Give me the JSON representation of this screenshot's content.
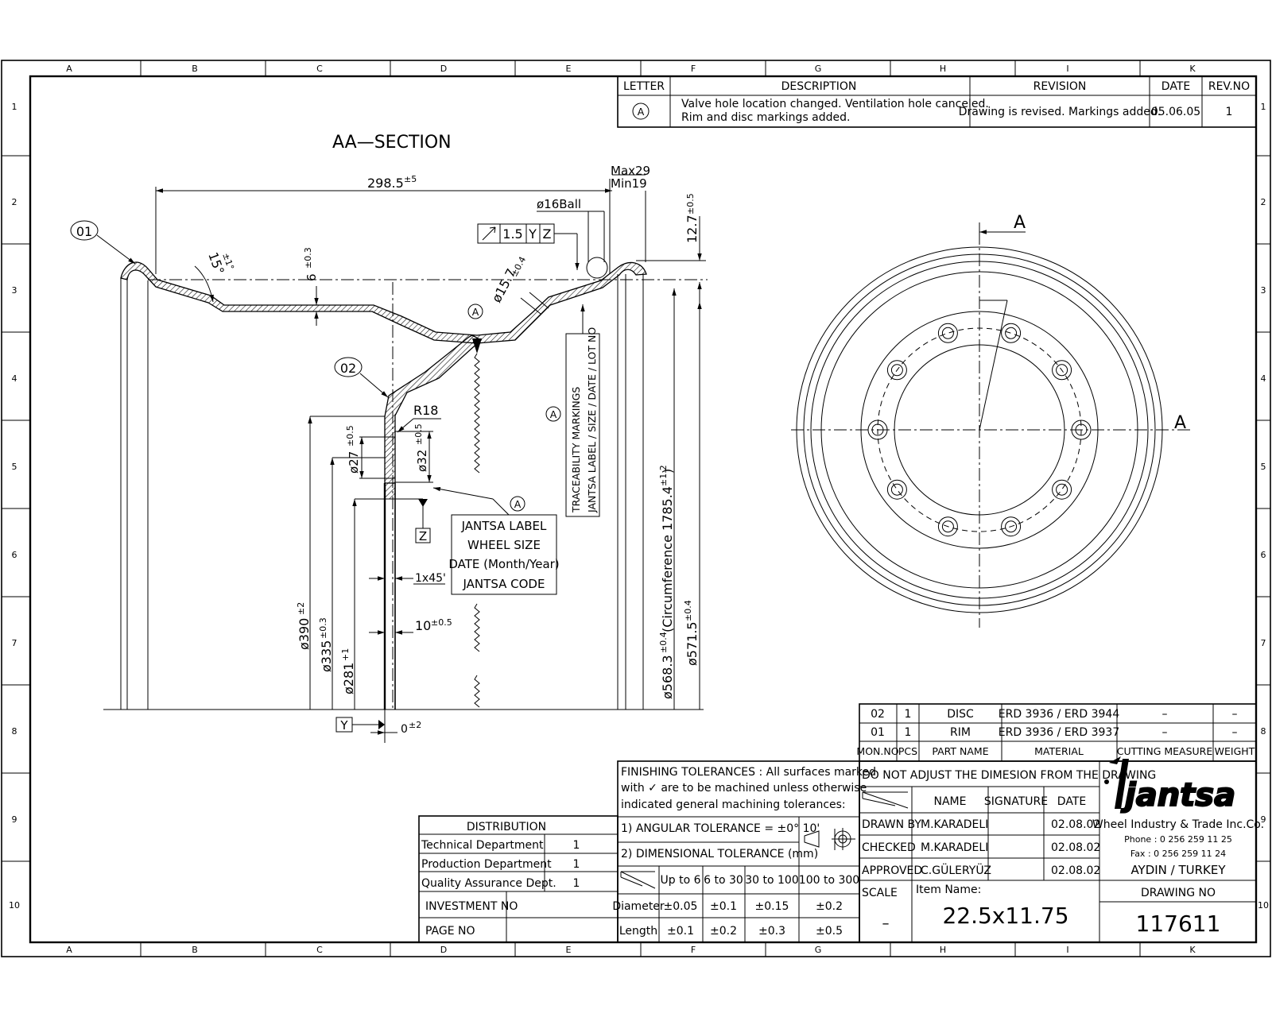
{
  "border": {
    "columns": [
      "A",
      "B",
      "C",
      "D",
      "E",
      "F",
      "G",
      "H",
      "I",
      "K"
    ],
    "rows": [
      "1",
      "2",
      "3",
      "4",
      "5",
      "6",
      "7",
      "8",
      "9",
      "10"
    ]
  },
  "revision_block": {
    "headers": {
      "letter": "LETTER",
      "description": "DESCRIPTION",
      "revision": "REVISION",
      "date": "DATE",
      "rev_no": "REV.NO"
    },
    "row": {
      "letter": "A",
      "description_line1": "Valve hole location changed. Ventilation hole canceled.",
      "description_line2": "Rim and disc markings added.",
      "revision": "Drawing is revised. Markings added.",
      "date": "05.06.05",
      "rev_no": "1"
    }
  },
  "section": {
    "title": "AA—SECTION",
    "balloon_01": "01",
    "balloon_02": "02",
    "markA": "A",
    "dims": {
      "width": "298.5",
      "width_tol": "±5",
      "max29": "Max29",
      "min19": "Min19",
      "ball": "ø16Ball",
      "flange_h": "12.7",
      "flange_h_tol": "±0.5",
      "angle15": "15°",
      "angle15_tol": "±1°",
      "six": "6",
      "six_tol": "±0.3",
      "d15": "ø15.7",
      "d15_tol": "±0.4",
      "r18": "R18",
      "d27": "ø27",
      "d27_tol": "±0.5",
      "d32": "ø32",
      "d32_tol": "±0.5",
      "chamfer": "1x45'",
      "ten": "10",
      "ten_tol": "±0.5",
      "d390": "ø390",
      "d390_tol": "±2",
      "d335": "ø335",
      "d335_tol": "±0.3",
      "d281": "ø281",
      "d281_tol": "+1",
      "circumference": "ø568.3",
      "circumference_tol": "±0.4",
      "circ_text": "(Circumference 1785.4",
      "circ_tol": "±1.2",
      "circ_close": ")",
      "d571": "ø571.5",
      "d571_tol": "±0.4",
      "zero": "0",
      "zero_tol": "±2"
    },
    "gdt": {
      "value": "1.5",
      "datum1": "Y",
      "datum2": "Z"
    },
    "datum_y": "Y",
    "datum_z": "Z",
    "trace_line1": "TRACEABILITY MARKINGS",
    "trace_line2": "JANTSA LABEL / SIZE / DATE / LOT NO",
    "label_box": [
      "JANTSA LABEL",
      "WHEEL SIZE",
      "DATE (Month/Year)",
      "JANTSA CODE"
    ]
  },
  "front_view": {
    "section_mark": "A",
    "bolt_holes": 10
  },
  "parts_list": {
    "rows": [
      {
        "mon": "02",
        "pcs": "1",
        "name": "DISC",
        "material": "ERD 3936 / ERD 3944",
        "cutting": "–",
        "weight": "–"
      },
      {
        "mon": "01",
        "pcs": "1",
        "name": "RIM",
        "material": "ERD 3936 / ERD 3937",
        "cutting": "–",
        "weight": "–"
      }
    ],
    "headers": {
      "mon": "MON.NO",
      "pcs": "PCS",
      "name": "PART NAME",
      "material": "MATERIAL",
      "cutting": "CUTTING MEASURE",
      "weight": "WEIGHT"
    }
  },
  "finishing": {
    "line1": "FINISHING TOLERANCES : All surfaces marked",
    "line2": "with ✓ are to be machined unless otherwise",
    "line3": "indicated general machining tolerances:",
    "angular": "1) ANGULAR TOLERANCE = ±0° 10'",
    "dimensional": "2) DIMENSIONAL TOLERANCE (mm)",
    "ranges": [
      "Up to 6",
      "6 to 30",
      "30 to 100",
      "100 to 300"
    ],
    "diameter_label": "Diameter",
    "diameter": [
      "±0.05",
      "±0.1",
      "±0.15",
      "±0.2"
    ],
    "length_label": "Length",
    "length": [
      "±0.1",
      "±0.2",
      "±0.3",
      "±0.5"
    ]
  },
  "distribution": {
    "title": "DISTRIBUTION",
    "rows": [
      {
        "name": "Technical Department",
        "qty": "1"
      },
      {
        "name": "Production Department",
        "qty": "1"
      },
      {
        "name": "Quality Assurance Dept.",
        "qty": "1"
      }
    ],
    "investment_label": "INVESTMENT NO",
    "page_label": "PAGE NO"
  },
  "title_block": {
    "notice": "DO NOT ADJUST THE DIMESION FROM THE DRAWING",
    "headers": {
      "name": "NAME",
      "signature": "SIGNATURE",
      "date": "DATE"
    },
    "rows": [
      {
        "role": "DRAWN BY",
        "name": "M.KARADELI",
        "date": "02.08.02"
      },
      {
        "role": "CHECKED",
        "name": "M.KARADELI",
        "date": "02.08.02"
      },
      {
        "role": "APPROVED",
        "name": "C.GÜLERYÜZ",
        "date": "02.08.02"
      }
    ],
    "scale_label": "SCALE",
    "scale_value": "–",
    "item_label": "Item Name:",
    "item_name": "22.5x11.75",
    "drawing_no_label": "DRAWING NO",
    "drawing_no": "117611"
  },
  "company": {
    "logo": "jantsa",
    "name": "Wheel Industry & Trade Inc.Co.",
    "phone": "Phone : 0 256 259 11 25",
    "fax": "Fax   : 0 256 259 11 24",
    "city": "AYDIN / TURKEY"
  }
}
